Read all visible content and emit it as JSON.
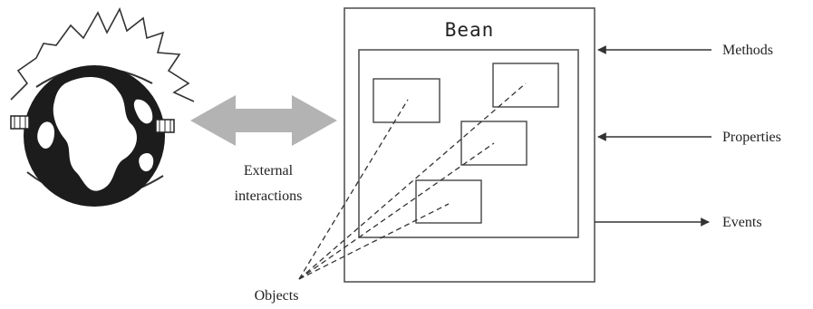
{
  "diagram": {
    "bean_title": "Bean",
    "interfaces": {
      "methods": "Methods",
      "properties": "Properties",
      "events": "Events"
    },
    "external_label_line1": "External",
    "external_label_line2": "interactions",
    "objects_label": "Objects"
  }
}
